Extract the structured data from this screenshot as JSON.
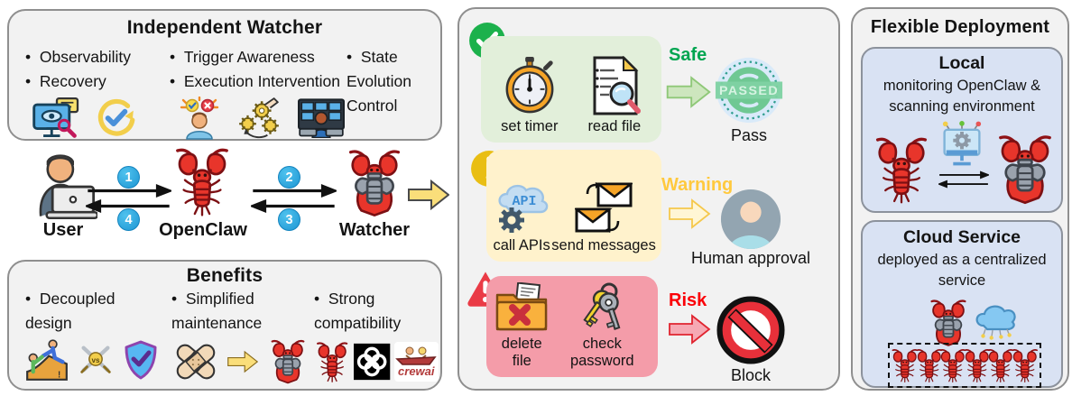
{
  "independent_watcher": {
    "title": "Independent Watcher",
    "features_col1": [
      "Observability",
      "Recovery"
    ],
    "features_col2": [
      "Trigger Awareness",
      "Execution Intervention"
    ],
    "features_col3": "State Evolution Control",
    "icons": [
      "observability-monitor-icon",
      "recovery-cycle-icon",
      "trigger-awareness-icon",
      "execution-intervention-gears-icon",
      "state-control-console-icon"
    ]
  },
  "flow": {
    "user_label": "User",
    "openclaw_label": "OpenClaw",
    "watcher_label": "Watcher",
    "steps": {
      "one": "1",
      "two": "2",
      "three": "3",
      "four": "4"
    },
    "icons": [
      "user-laptop-icon",
      "openclaw-lobster-icon",
      "watcher-armored-lobster-icon",
      "yellow-forward-arrow-icon"
    ]
  },
  "benefits": {
    "title": "Benefits",
    "items": [
      "Decoupled design",
      "Simplified maintenance",
      "Strong compatibility"
    ],
    "vs_label": "vs",
    "crewai_label": "crewai",
    "icons": [
      "climb-help-icon",
      "vs-swords-icon",
      "shield-check-icon",
      "bandage-icon",
      "mini-arrow-icon",
      "armored-lobster-icon",
      "lobster-icon",
      "knot-framework-logo",
      "crewai-logo"
    ]
  },
  "middle": {
    "stamp_text": "PASSED",
    "api_label": "API",
    "rows": [
      {
        "badge": "check-badge",
        "verdict": "Safe",
        "actions": [
          "set timer",
          "read file"
        ],
        "outcome": "Pass"
      },
      {
        "badge": "exclamation-badge",
        "verdict": "Warning",
        "actions": [
          "call APIs",
          "send messages"
        ],
        "outcome": "Human approval"
      },
      {
        "badge": "alert-triangle-badge",
        "verdict": "Risk",
        "actions": [
          "delete file",
          "check password"
        ],
        "outcome": "Block"
      }
    ]
  },
  "deployment": {
    "title": "Flexible Deployment",
    "local": {
      "title": "Local",
      "description": "monitoring OpenClaw & scanning environment"
    },
    "cloud": {
      "title": "Cloud Service",
      "description": "deployed as a centralized service"
    }
  },
  "colors": {
    "safe_green": "#00A550",
    "warning_gold": "#FFC93E",
    "risk_red": "#FB0007",
    "step_blue": "#2BA7DF",
    "panel_bg": "#F2F2F2",
    "sub_box_blue": "#D9E2F3",
    "safe_box": "#E2EFDA",
    "warning_box": "#FFF2CC",
    "risk_box": "#F49CA9"
  }
}
